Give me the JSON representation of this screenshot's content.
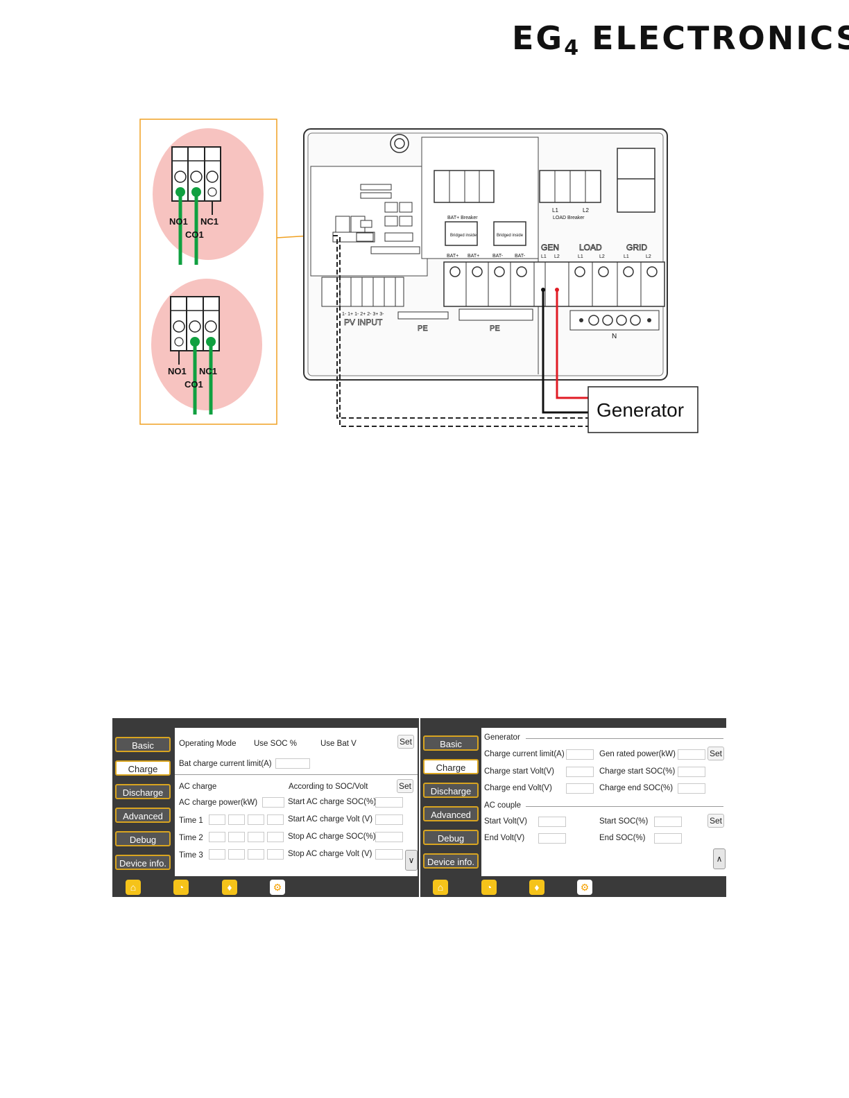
{
  "logo": {
    "main": "EG",
    "sub": "4",
    "rest": " ELECTRONICS"
  },
  "diagram": {
    "relay_top": {
      "no": "NO1",
      "nc": "NC1",
      "co": "CO1"
    },
    "relay_bottom": {
      "no": "NO1",
      "nc": "NC1",
      "co": "CO1"
    },
    "bat_breaker": "BAT+ Breaker",
    "load_breaker": "LOAD Breaker",
    "bridged_1": "Bridged inside",
    "bridged_2": "Bridged inside",
    "bat_labels": [
      "BAT+",
      "BAT+",
      "BAT-",
      "BAT-"
    ],
    "breaker_l1": "L1",
    "breaker_l2": "L2",
    "gen": "GEN",
    "load": "LOAD",
    "grid": "GRID",
    "gen_l1": "L1",
    "gen_l2": "L2",
    "load_l1": "L1",
    "load_l2": "L2",
    "grid_l1": "L1",
    "grid_l2": "L2",
    "pv_terms": "1- 1+ 1- 2+ 2- 3+ 3-",
    "pv_input": "PV INPUT",
    "pe_1": "PE",
    "pe_2": "PE",
    "n": "N",
    "generator": "Generator"
  },
  "left_screen": {
    "nav": [
      "Basic",
      "Charge",
      "Discharge",
      "Advanced",
      "Debug",
      "Device info."
    ],
    "operating_mode": "Operating Mode",
    "use_soc": "Use SOC %",
    "use_bat_v": "Use Bat V",
    "set1": "Set",
    "bat_charge_limit": "Bat charge current limit(A)",
    "ac_charge": "AC charge",
    "according": "According to SOC/Volt",
    "set2": "Set",
    "ac_charge_power": "AC charge power(kW)",
    "time1": "Time  1",
    "time2": "Time  2",
    "time3": "Time  3",
    "start_soc": "Start AC charge SOC(%)",
    "start_volt": "Start AC charge Volt (V)",
    "stop_soc": "Stop AC charge SOC(%)",
    "stop_volt": "Stop AC charge Volt (V)"
  },
  "right_screen": {
    "nav": [
      "Basic",
      "Charge",
      "Discharge",
      "Advanced",
      "Debug",
      "Device info."
    ],
    "generator": "Generator",
    "charge_current_limit": "Charge current limit(A)",
    "gen_rated_power": "Gen rated power(kW)",
    "set1": "Set",
    "charge_start_volt": "Charge start Volt(V)",
    "charge_start_soc": "Charge start SOC(%)",
    "charge_end_volt": "Charge end Volt(V)",
    "charge_end_soc": "Charge end SOC(%)",
    "ac_couple": "AC couple",
    "start_volt": "Start Volt(V)",
    "start_soc": "Start SOC(%)",
    "set2": "Set",
    "end_volt": "End Volt(V)",
    "end_soc": "End SOC(%)"
  },
  "icons": [
    "home-icon",
    "pie-chart-icon",
    "bell-icon",
    "gear-icon"
  ],
  "colors": {
    "accent": "#f5c31a",
    "nav_border": "#d9a520",
    "wire_red": "#e01b24",
    "wire_green": "#10a040",
    "highlight": "#f5b8b8"
  }
}
